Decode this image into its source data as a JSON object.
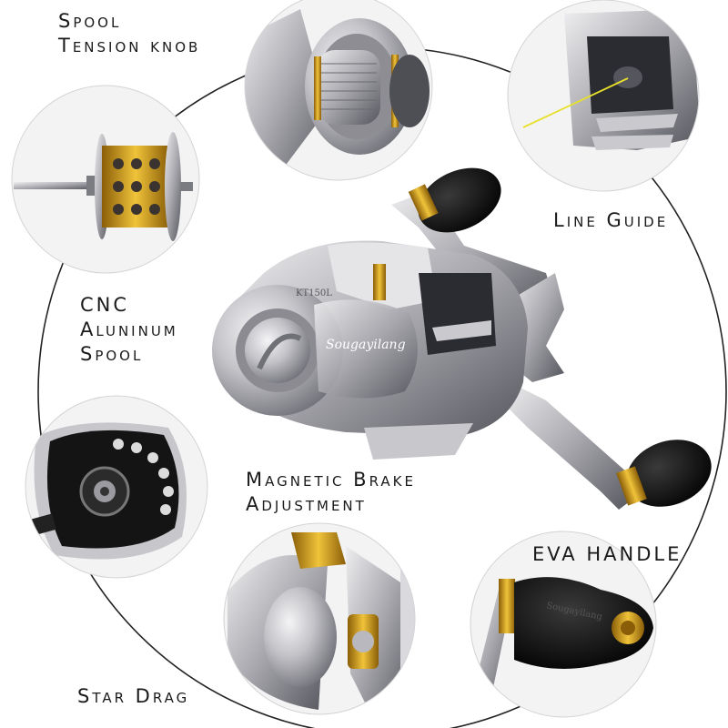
{
  "labels": {
    "spool_tension_knob": [
      "Spool",
      "Tension knob"
    ],
    "line_guide": "Line Guide",
    "cnc_spool": [
      "CNC",
      "Aluninum",
      "Spool"
    ],
    "magnetic_brake": [
      "Magnetic Brake",
      "Adjustment"
    ],
    "eva_handle": "EVA HANDLE",
    "star_drag": "Star Drag"
  },
  "reel_branding": {
    "brand": "Sougayilang",
    "model": "KT150L"
  },
  "colors": {
    "metal_light": "#d9d9de",
    "metal_mid": "#a9a9b0",
    "metal_dark": "#5f6068",
    "accent_gold": "#d9a21e",
    "handle_black": "#111111",
    "line_yellow": "#e8e02a"
  }
}
